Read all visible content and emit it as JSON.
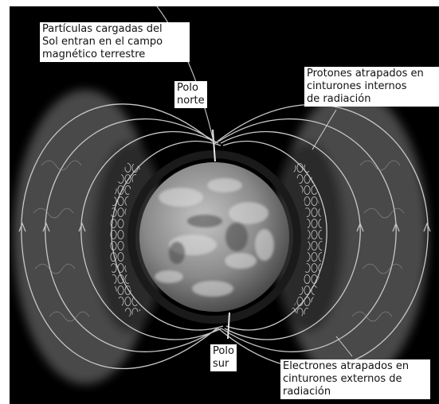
{
  "labels": {
    "solar_particles": "Partículas cargadas del\nSol entran en el campo\nmagnético terrestre",
    "north_pole": "Polo\nnorte",
    "inner_belt_protons": "Protones atrapados en\ncinturones internos\nde radiación",
    "south_pole": "Polo\nsur",
    "outer_belt_electrons": "Electrones atrapados en\ncinturones externos de\nradiación"
  },
  "colors": {
    "space": "#000000",
    "field_lines": "#c8c8c8",
    "belt_glow": "#5a5a5a",
    "earth": "#8a8a8a"
  },
  "icons": [
    "earth-globe",
    "magnetic-field-lines",
    "radiation-belt-spirals"
  ]
}
